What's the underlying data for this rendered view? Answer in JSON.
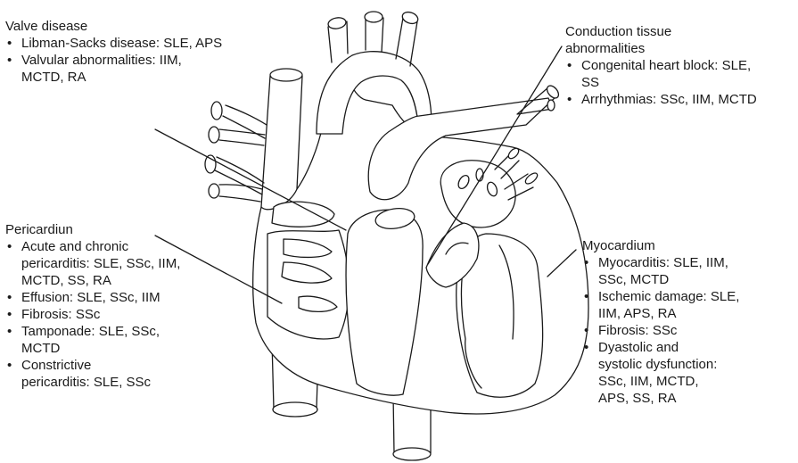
{
  "sections": {
    "valve": {
      "title": "Valve disease",
      "items": [
        "Libman-Sacks disease: SLE, APS",
        "Valvular abnormalities: IIM, MCTD, RA"
      ]
    },
    "conduction": {
      "title": "Conduction tissue abnormalities",
      "items": [
        "Congenital heart block: SLE, SS",
        "Arrhythmias: SSc, IIM, MCTD"
      ]
    },
    "pericardium": {
      "title": "Pericardiun",
      "items": [
        "Acute and chronic pericarditis: SLE, SSc, IIM, MCTD, SS, RA",
        "Effusion: SLE, SSc, IIM",
        "Fibrosis: SSc",
        "Tamponade: SLE, SSc, MCTD",
        "Constrictive pericarditis: SLE, SSc"
      ]
    },
    "myocardium": {
      "title": "Myocardium",
      "items": [
        "Myocarditis: SLE, IIM, SSc, MCTD",
        "Ischemic damage: SLE, IIM, APS, RA",
        "Fibrosis: SSc",
        "Dyastolic and systolic dysfunction: SSc, IIM, MCTD, APS, SS, RA"
      ]
    }
  }
}
